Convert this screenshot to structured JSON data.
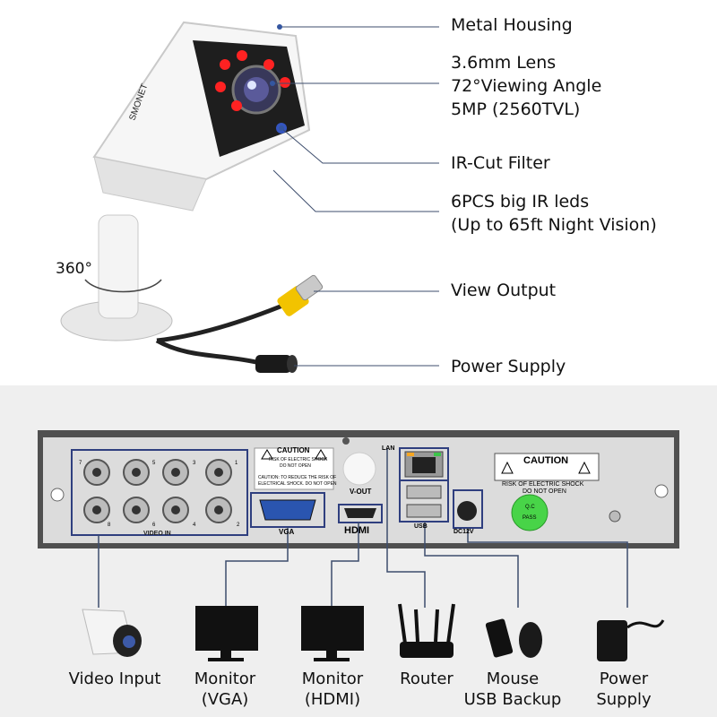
{
  "camera_labels": {
    "metal_housing": "Metal Housing",
    "lens_line1": "3.6mm Lens",
    "lens_line2": "72°Viewing Angle",
    "lens_line3": "5MP (2560TVL)",
    "ir_cut": "IR-Cut Filter",
    "ir_leds_line1": "6PCS big IR leds",
    "ir_leds_line2": "(Up to 65ft Night Vision)",
    "view_output": "View Output",
    "power_supply": "Power Supply",
    "rotation": "360°",
    "brand": "SMONET"
  },
  "dvr_panel": {
    "video_in": "VIDEO IN",
    "channel_numbers_top": [
      "7",
      "5",
      "3",
      "1"
    ],
    "channel_numbers_bottom": [
      "8",
      "6",
      "4",
      "2"
    ],
    "vga": "VGA",
    "v_out": "V-OUT",
    "hdmi": "HDMI",
    "lan": "LAN",
    "usb": "USB",
    "dc": "DC12V",
    "caution_small_title": "CAUTION",
    "caution_small_line1": "RISK OF ELECTRIC SHOCK",
    "caution_small_line2": "DO NOT OPEN",
    "caution_small_note1": "CAUTION: TO REDUCE THE RISK OF",
    "caution_small_note2": "ELECTRICAL SHOCK. DO NOT OPEN",
    "caution_title": "CAUTION",
    "caution_line1": "RISK OF ELECTRIC SHOCK",
    "caution_line2": "DO NOT OPEN",
    "qc_line1": "Q.C",
    "qc_line2": "PASS"
  },
  "devices": [
    {
      "line1": "Video Input",
      "line2": ""
    },
    {
      "line1": "Monitor",
      "line2": "(VGA)"
    },
    {
      "line1": "Monitor",
      "line2": "(HDMI)"
    },
    {
      "line1": "Router",
      "line2": ""
    },
    {
      "line1": "Mouse",
      "line2": "USB Backup"
    },
    {
      "line1": "Power",
      "line2": "Supply"
    }
  ]
}
